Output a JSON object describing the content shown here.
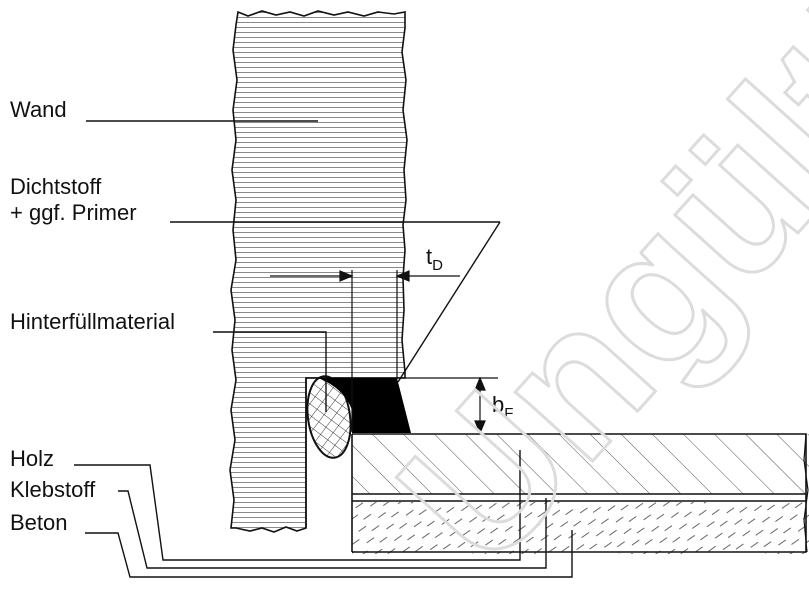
{
  "labels": {
    "wand": "Wand",
    "dichtstoff_line1": "Dichtstoff",
    "dichtstoff_line2": "+ ggf. Primer",
    "hinterfuell": "Hinterfüllmaterial",
    "holz": "Holz",
    "klebstoff": "Klebstoff",
    "beton": "Beton"
  },
  "dimensions": {
    "t": {
      "symbol": "t",
      "subscript": "D"
    },
    "b": {
      "symbol": "b",
      "subscript": "F"
    }
  },
  "watermark": "Ungültig",
  "colors": {
    "ink": "#111111",
    "watermark": "#dcdcdc",
    "background": "#ffffff"
  }
}
